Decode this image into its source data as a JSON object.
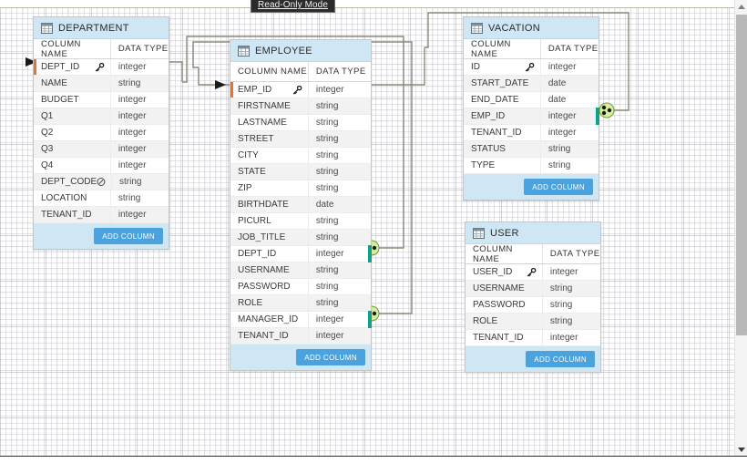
{
  "app": {
    "mode_badge": "Read-Only Mode",
    "accent_header": "#cfe7f5",
    "accent_button": "#4aa3df",
    "pk_marker_color": "#e8742c",
    "fk_marker_color": "#13a08a",
    "connector_color": "#8a8a78"
  },
  "labels": {
    "column_name_header": "COLUMN NAME",
    "data_type_header": "DATA TYPE",
    "add_column": "ADD COLUMN"
  },
  "tables": [
    {
      "id": "department",
      "name": "DEPARTMENT",
      "columns": [
        {
          "name": "DEPT_ID",
          "type": "integer",
          "badge": "key",
          "pk": true,
          "fk": false
        },
        {
          "name": "NAME",
          "type": "string",
          "badge": "",
          "pk": false,
          "fk": false
        },
        {
          "name": "BUDGET",
          "type": "integer",
          "badge": "",
          "pk": false,
          "fk": false
        },
        {
          "name": "Q1",
          "type": "integer",
          "badge": "",
          "pk": false,
          "fk": false
        },
        {
          "name": "Q2",
          "type": "integer",
          "badge": "",
          "pk": false,
          "fk": false
        },
        {
          "name": "Q3",
          "type": "integer",
          "badge": "",
          "pk": false,
          "fk": false
        },
        {
          "name": "Q4",
          "type": "integer",
          "badge": "",
          "pk": false,
          "fk": false
        },
        {
          "name": "DEPT_CODE",
          "type": "string",
          "badge": "unique",
          "pk": false,
          "fk": false
        },
        {
          "name": "LOCATION",
          "type": "string",
          "badge": "",
          "pk": false,
          "fk": false
        },
        {
          "name": "TENANT_ID",
          "type": "integer",
          "badge": "",
          "pk": false,
          "fk": false
        }
      ]
    },
    {
      "id": "employee",
      "name": "EMPLOYEE",
      "columns": [
        {
          "name": "EMP_ID",
          "type": "integer",
          "badge": "key",
          "pk": true,
          "fk": false
        },
        {
          "name": "FIRSTNAME",
          "type": "string",
          "badge": "",
          "pk": false,
          "fk": false
        },
        {
          "name": "LASTNAME",
          "type": "string",
          "badge": "",
          "pk": false,
          "fk": false
        },
        {
          "name": "STREET",
          "type": "string",
          "badge": "",
          "pk": false,
          "fk": false
        },
        {
          "name": "CITY",
          "type": "string",
          "badge": "",
          "pk": false,
          "fk": false
        },
        {
          "name": "STATE",
          "type": "string",
          "badge": "",
          "pk": false,
          "fk": false
        },
        {
          "name": "ZIP",
          "type": "string",
          "badge": "",
          "pk": false,
          "fk": false
        },
        {
          "name": "BIRTHDATE",
          "type": "date",
          "badge": "",
          "pk": false,
          "fk": false
        },
        {
          "name": "PICURL",
          "type": "string",
          "badge": "",
          "pk": false,
          "fk": false
        },
        {
          "name": "JOB_TITLE",
          "type": "string",
          "badge": "",
          "pk": false,
          "fk": false
        },
        {
          "name": "DEPT_ID",
          "type": "integer",
          "badge": "",
          "pk": false,
          "fk": true
        },
        {
          "name": "USERNAME",
          "type": "string",
          "badge": "",
          "pk": false,
          "fk": false
        },
        {
          "name": "PASSWORD",
          "type": "string",
          "badge": "",
          "pk": false,
          "fk": false
        },
        {
          "name": "ROLE",
          "type": "string",
          "badge": "",
          "pk": false,
          "fk": false
        },
        {
          "name": "MANAGER_ID",
          "type": "integer",
          "badge": "",
          "pk": false,
          "fk": true
        },
        {
          "name": "TENANT_ID",
          "type": "integer",
          "badge": "",
          "pk": false,
          "fk": false
        }
      ]
    },
    {
      "id": "vacation",
      "name": "VACATION",
      "columns": [
        {
          "name": "ID",
          "type": "integer",
          "badge": "key",
          "pk": true,
          "fk": false
        },
        {
          "name": "START_DATE",
          "type": "date",
          "badge": "",
          "pk": false,
          "fk": false
        },
        {
          "name": "END_DATE",
          "type": "date",
          "badge": "",
          "pk": false,
          "fk": false
        },
        {
          "name": "EMP_ID",
          "type": "integer",
          "badge": "",
          "pk": false,
          "fk": true
        },
        {
          "name": "TENANT_ID",
          "type": "integer",
          "badge": "",
          "pk": false,
          "fk": false
        },
        {
          "name": "STATUS",
          "type": "string",
          "badge": "",
          "pk": false,
          "fk": false
        },
        {
          "name": "TYPE",
          "type": "string",
          "badge": "",
          "pk": false,
          "fk": false
        }
      ]
    },
    {
      "id": "user",
      "name": "USER",
      "columns": [
        {
          "name": "USER_ID",
          "type": "integer",
          "badge": "key",
          "pk": true,
          "fk": false
        },
        {
          "name": "USERNAME",
          "type": "string",
          "badge": "",
          "pk": false,
          "fk": false
        },
        {
          "name": "PASSWORD",
          "type": "string",
          "badge": "",
          "pk": false,
          "fk": false
        },
        {
          "name": "ROLE",
          "type": "string",
          "badge": "",
          "pk": false,
          "fk": false
        },
        {
          "name": "TENANT_ID",
          "type": "integer",
          "badge": "",
          "pk": false,
          "fk": false
        }
      ]
    }
  ],
  "relationships": [
    {
      "from_table": "employee",
      "from_column": "DEPT_ID",
      "to_table": "department",
      "to_column": "DEPT_ID"
    },
    {
      "from_table": "employee",
      "from_column": "MANAGER_ID",
      "to_table": "employee",
      "to_column": "EMP_ID"
    },
    {
      "from_table": "vacation",
      "from_column": "EMP_ID",
      "to_table": "employee",
      "to_column": "EMP_ID"
    }
  ],
  "scrollbar": {
    "up_arrow": "scroll-up",
    "down_arrow": "scroll-down"
  }
}
